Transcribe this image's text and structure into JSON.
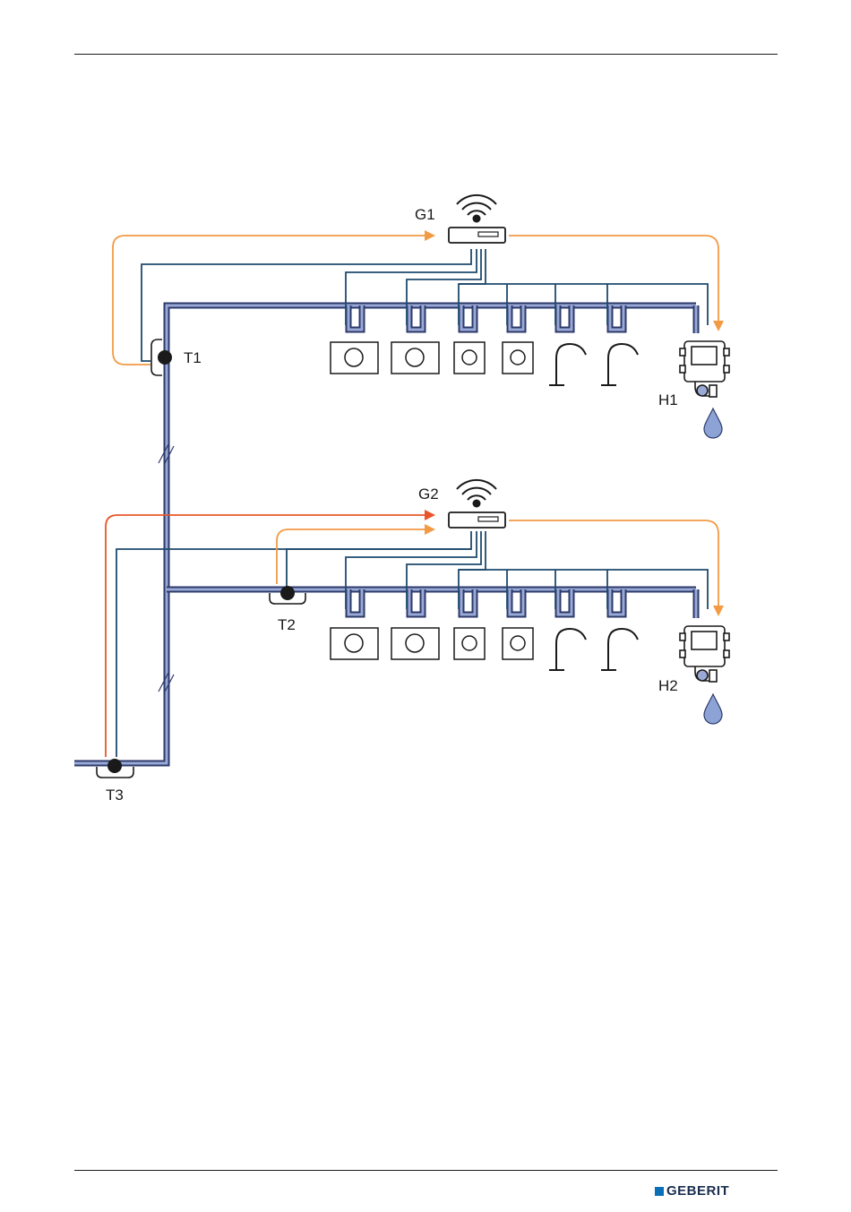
{
  "labels": {
    "gateway_1": "G1",
    "gateway_2": "G2",
    "sensor_1": "T1",
    "sensor_2": "T2",
    "sensor_3": "T3",
    "flush_unit_1": "H1",
    "flush_unit_2": "H2"
  },
  "footer": {
    "brand": "GEBERIT"
  },
  "colors": {
    "pipe_fill": "#9aa9d6",
    "pipe_outline": "#2c3a6b",
    "signal_line": "#1f4a6d",
    "data_line": "#f39a45",
    "supply_line": "#e7572a",
    "water_drop": "#8da3d6",
    "brand_blue": "#0a6fb7"
  },
  "icons": [
    "wifi-gateway-icon",
    "temperature-sensor-icon",
    "flush-valve-icon",
    "water-drop-icon",
    "washbasin-panel-icon",
    "tap-icon"
  ]
}
